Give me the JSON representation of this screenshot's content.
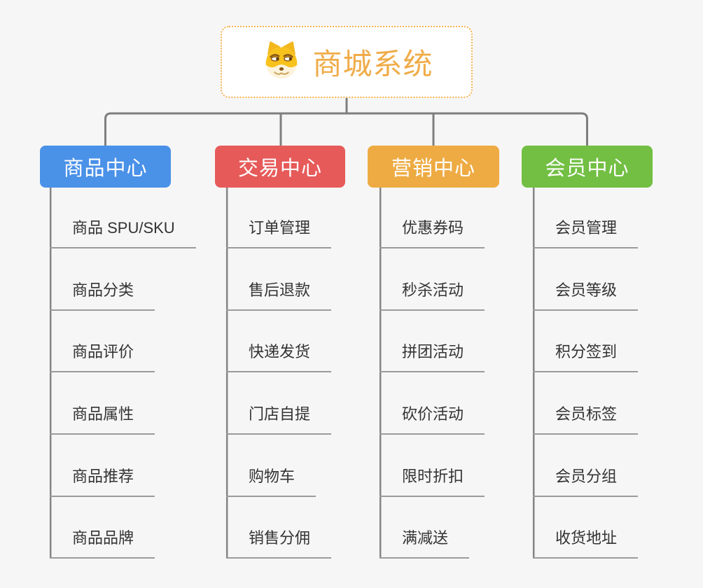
{
  "root": {
    "title": "商城系统",
    "icon": "doge-face-icon"
  },
  "colors": {
    "background": "#f6f6f6",
    "connector": "#7e7e7e",
    "leaf_underline": "#9b9b9b",
    "root_border": "#f5b14f",
    "root_text": "#f0ac49"
  },
  "branches": [
    {
      "label": "商品中心",
      "color": "#4a91e8",
      "items": [
        "商品 SPU/SKU",
        "商品分类",
        "商品评价",
        "商品属性",
        "商品推荐",
        "商品品牌"
      ]
    },
    {
      "label": "交易中心",
      "color": "#e65b5a",
      "items": [
        "订单管理",
        "售后退款",
        "快递发货",
        "门店自提",
        "购物车",
        "销售分佣"
      ]
    },
    {
      "label": "营销中心",
      "color": "#eeab43",
      "items": [
        "优惠券码",
        "秒杀活动",
        "拼团活动",
        "砍价活动",
        "限时折扣",
        "满减送"
      ]
    },
    {
      "label": "会员中心",
      "color": "#72bf43",
      "items": [
        "会员管理",
        "会员等级",
        "积分签到",
        "会员标签",
        "会员分组",
        "收货地址"
      ]
    }
  ]
}
